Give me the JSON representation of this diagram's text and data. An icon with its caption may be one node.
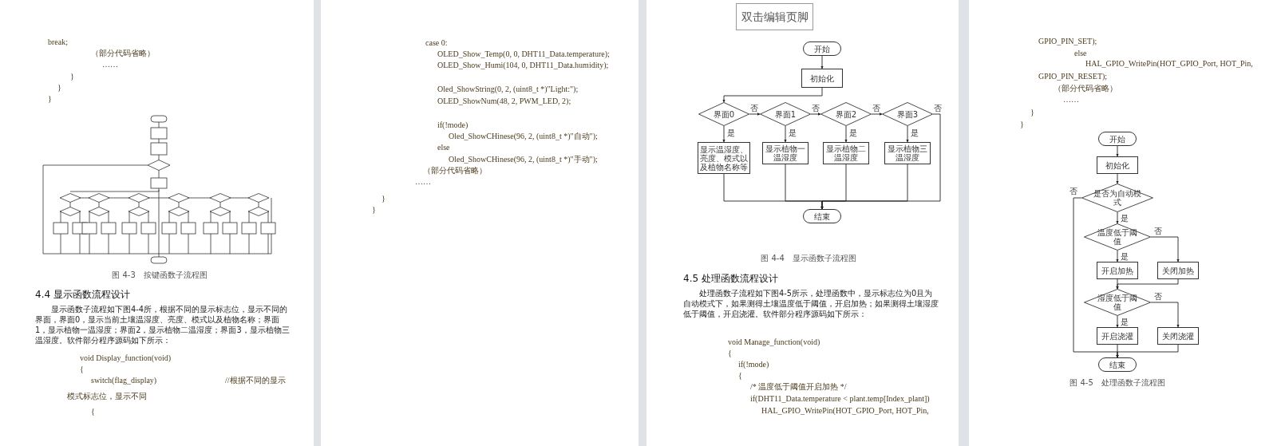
{
  "diagram": {
    "nodes": [
      {
        "text": [
          "双击编辑页脚"
        ]
      },
      {
        "text": [
          "开始"
        ]
      },
      {
        "text": [
          "初始化"
        ]
      },
      {
        "text": [
          "界面0"
        ]
      },
      {
        "text": [
          "界面1"
        ]
      },
      {
        "text": [
          "界面2"
        ]
      },
      {
        "text": [
          "界面3"
        ]
      },
      {
        "text": [
          "显示温湿度、亮度、模式以及植物名称等"
        ]
      },
      {
        "text": [
          "显示植物一温湿度"
        ]
      },
      {
        "text": [
          "显示植物二温湿度"
        ]
      },
      {
        "text": [
          "显示植物三温湿度"
        ]
      },
      {
        "text": [
          "结束"
        ]
      },
      {
        "text": [
          "开始"
        ]
      },
      {
        "text": [
          "初始化"
        ]
      },
      {
        "text": [
          "是否为自动模式"
        ]
      },
      {
        "text": [
          "温度低于阈值"
        ]
      },
      {
        "text": [
          "开启加热"
        ]
      },
      {
        "text": [
          "关闭加热"
        ]
      },
      {
        "text": [
          "湿度低于阈值"
        ]
      },
      {
        "text": [
          "开启浇灌"
        ]
      },
      {
        "text": [
          "关闭浇灌"
        ]
      },
      {
        "text": [
          "结束"
        ]
      }
    ],
    "edges": [
      {
        "from": 1,
        "to": 2,
        "arrow": "to"
      },
      {
        "from": 2,
        "to": 3,
        "arrow": "to"
      },
      {
        "from": 3,
        "to": 4,
        "arrow": "to",
        "label": "否"
      },
      {
        "from": 4,
        "to": 5,
        "arrow": "to",
        "label": "否"
      },
      {
        "from": 5,
        "to": 6,
        "arrow": "to",
        "label": "否"
      },
      {
        "from": 6,
        "to": 11,
        "arrow": "to",
        "label": "否"
      },
      {
        "from": 3,
        "to": 7,
        "arrow": "to",
        "label": "是"
      },
      {
        "from": 4,
        "to": 8,
        "arrow": "to",
        "label": "是"
      },
      {
        "from": 5,
        "to": 9,
        "arrow": "to",
        "label": "是"
      },
      {
        "from": 6,
        "to": 10,
        "arrow": "to",
        "label": "是"
      },
      {
        "from": 7,
        "to": 11,
        "arrow": "to"
      },
      {
        "from": 8,
        "to": 11,
        "arrow": "to"
      },
      {
        "from": 9,
        "to": 11,
        "arrow": "to"
      },
      {
        "from": 10,
        "to": 11,
        "arrow": "to"
      },
      {
        "from": 12,
        "to": 13,
        "arrow": "to"
      },
      {
        "from": 13,
        "to": 14,
        "arrow": "to"
      },
      {
        "from": 14,
        "to": 15,
        "arrow": "to",
        "label": "是"
      },
      {
        "from": 14,
        "to": 21,
        "arrow": "to",
        "label": "否"
      },
      {
        "from": 15,
        "to": 16,
        "arrow": "to",
        "label": "是"
      },
      {
        "from": 15,
        "to": 17,
        "arrow": "to",
        "label": "否"
      },
      {
        "from": 16,
        "to": 18,
        "arrow": "to"
      },
      {
        "from": 17,
        "to": 18,
        "arrow": "to"
      },
      {
        "from": 18,
        "to": 19,
        "arrow": "to",
        "label": "是"
      },
      {
        "from": 18,
        "to": 20,
        "arrow": "to",
        "label": "否"
      },
      {
        "from": 19,
        "to": 21,
        "arrow": "to"
      },
      {
        "from": 20,
        "to": 21,
        "arrow": "to"
      }
    ],
    "labels": [
      "break;",
      "（部分代码省略）",
      "……",
      "}",
      "}",
      "}",
      "图 4-3　按键函数子流程图",
      "4.4 显示函数流程设计",
      "显示函数子流程如下图4-4所，根据不同的显示标志位，显示不同的界面，界面0，显示当前土壤温湿度、亮度、模式以及植物名称；界面1，显示植物一温湿度；界面2，显示植物二温湿度；界面3，显示植物三温湿度。软件部分程序源码如下所示：",
      "void Display_function(void)",
      "{",
      "switch(flag_display)",
      "//根据不同的显示模式标志位，显示不同",
      "{",
      "case 0:",
      "OLED_Show_Temp(0, 0, DHT11_Data.temperature);",
      "OLED_Show_Humi(104, 0, DHT11_Data.humidity);",
      "Oled_ShowString(0, 2, (uint8_t *)\"Light:\");",
      "OLED_ShowNum(48, 2, PWM_LED, 2);",
      "if(!mode)",
      "Oled_ShowCHinese(96, 2, (uint8_t *)\"自动\");",
      "else",
      "Oled_ShowCHinese(96, 2, (uint8_t *)\"手动\");",
      "（部分代码省略）",
      "……",
      "}",
      "}",
      "图 4-4　显示函数子流程图",
      "4.5 处理函数流程设计",
      "处理函数子流程如下图4-5所示，处理函数中，显示标志位为0且为自动模式下，如果测得土壤温度低于阈值，开启加热；如果测得土壤湿度低于阈值，开启浇灌。软件部分程序源码如下所示：",
      "void Manage_function(void)",
      "{",
      "if(!mode)",
      "{",
      "/* 温度低于阈值开启加热 */",
      "if(DHT11_Data.temperature < plant.temp[Index_plant])",
      "HAL_GPIO_WritePin(HOT_GPIO_Port, HOT_Pin,",
      "GPIO_PIN_SET);",
      "else",
      "HAL_GPIO_WritePin(HOT_GPIO_Port, HOT_Pin, GPIO_PIN_RESET);",
      "（部分代码省略）",
      "……",
      "}",
      "}",
      "图 4-5　处理函数子流程图"
    ]
  }
}
